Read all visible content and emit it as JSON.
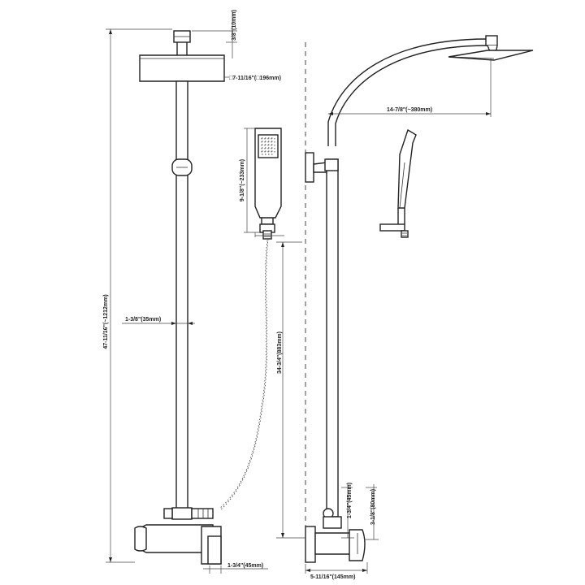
{
  "dimensions": {
    "head_height": "3/8\"(10mm)",
    "head_size": "□7-11/16\"(□196mm)",
    "total_height": "47-11/16\"(~1212mm)",
    "rail_diameter": "1-3/8\"(35mm)",
    "mixer_depth": "1-3/4\"(45mm)",
    "handshower_length": "9-1/8\"(~233mm)",
    "hose_height": "34-3/4\"(883mm)",
    "arm_reach": "14-7/8\"(~380mm)",
    "mixer_offset_1": "1-3/4\"(45mm)",
    "mixer_offset_2": "3-1/8\"(80mm)",
    "wall_projection": "5-11/16\"(145mm)"
  }
}
